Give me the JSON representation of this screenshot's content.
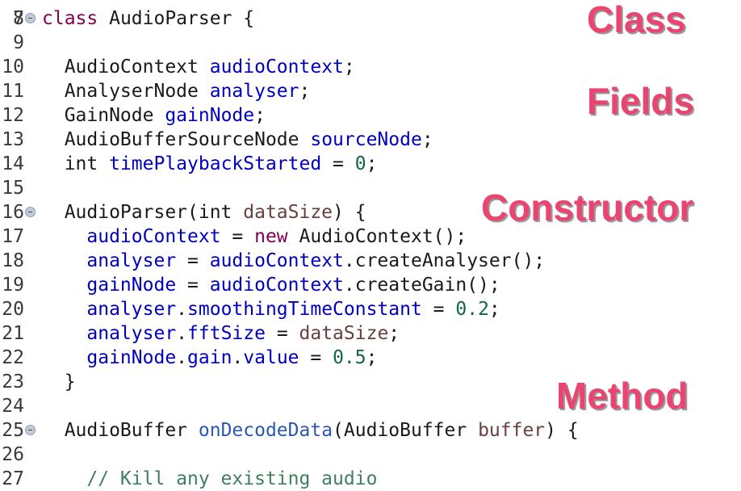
{
  "editor": {
    "top_partial_line_number": "7",
    "lines": [
      {
        "num": "8",
        "fold": true,
        "tokens": [
          {
            "t": "class",
            "c": "kw"
          },
          {
            "t": " AudioParser {",
            "c": ""
          }
        ]
      },
      {
        "num": "9",
        "fold": false,
        "tokens": []
      },
      {
        "num": "10",
        "fold": false,
        "tokens": [
          {
            "t": "  AudioContext ",
            "c": ""
          },
          {
            "t": "audioContext",
            "c": "fld"
          },
          {
            "t": ";",
            "c": ""
          }
        ]
      },
      {
        "num": "11",
        "fold": false,
        "tokens": [
          {
            "t": "  AnalyserNode ",
            "c": ""
          },
          {
            "t": "analyser",
            "c": "fld"
          },
          {
            "t": ";",
            "c": ""
          }
        ]
      },
      {
        "num": "12",
        "fold": false,
        "tokens": [
          {
            "t": "  GainNode ",
            "c": ""
          },
          {
            "t": "gainNode",
            "c": "fld"
          },
          {
            "t": ";",
            "c": ""
          }
        ]
      },
      {
        "num": "13",
        "fold": false,
        "tokens": [
          {
            "t": "  AudioBufferSourceNode ",
            "c": ""
          },
          {
            "t": "sourceNode",
            "c": "fld"
          },
          {
            "t": ";",
            "c": ""
          }
        ]
      },
      {
        "num": "14",
        "fold": false,
        "tokens": [
          {
            "t": "  int ",
            "c": ""
          },
          {
            "t": "timePlaybackStarted",
            "c": "fld"
          },
          {
            "t": " = ",
            "c": ""
          },
          {
            "t": "0",
            "c": "num"
          },
          {
            "t": ";",
            "c": ""
          }
        ]
      },
      {
        "num": "15",
        "fold": false,
        "tokens": []
      },
      {
        "num": "16",
        "fold": true,
        "tokens": [
          {
            "t": "  AudioParser(int ",
            "c": ""
          },
          {
            "t": "dataSize",
            "c": "par"
          },
          {
            "t": ") {",
            "c": ""
          }
        ]
      },
      {
        "num": "17",
        "fold": false,
        "tokens": [
          {
            "t": "    ",
            "c": ""
          },
          {
            "t": "audioContext",
            "c": "fld"
          },
          {
            "t": " = ",
            "c": ""
          },
          {
            "t": "new",
            "c": "kw"
          },
          {
            "t": " AudioContext();",
            "c": ""
          }
        ]
      },
      {
        "num": "18",
        "fold": false,
        "tokens": [
          {
            "t": "    ",
            "c": ""
          },
          {
            "t": "analyser",
            "c": "fld"
          },
          {
            "t": " = ",
            "c": ""
          },
          {
            "t": "audioContext",
            "c": "fld"
          },
          {
            "t": ".createAnalyser();",
            "c": ""
          }
        ]
      },
      {
        "num": "19",
        "fold": false,
        "tokens": [
          {
            "t": "    ",
            "c": ""
          },
          {
            "t": "gainNode",
            "c": "fld"
          },
          {
            "t": " = ",
            "c": ""
          },
          {
            "t": "audioContext",
            "c": "fld"
          },
          {
            "t": ".createGain();",
            "c": ""
          }
        ]
      },
      {
        "num": "20",
        "fold": false,
        "tokens": [
          {
            "t": "    ",
            "c": ""
          },
          {
            "t": "analyser",
            "c": "fld"
          },
          {
            "t": ".",
            "c": ""
          },
          {
            "t": "smoothingTimeConstant",
            "c": "fld"
          },
          {
            "t": " = ",
            "c": ""
          },
          {
            "t": "0.2",
            "c": "num"
          },
          {
            "t": ";",
            "c": ""
          }
        ]
      },
      {
        "num": "21",
        "fold": false,
        "tokens": [
          {
            "t": "    ",
            "c": ""
          },
          {
            "t": "analyser",
            "c": "fld"
          },
          {
            "t": ".",
            "c": ""
          },
          {
            "t": "fftSize",
            "c": "fld"
          },
          {
            "t": " = ",
            "c": ""
          },
          {
            "t": "dataSize",
            "c": "par"
          },
          {
            "t": ";",
            "c": ""
          }
        ]
      },
      {
        "num": "22",
        "fold": false,
        "tokens": [
          {
            "t": "    ",
            "c": ""
          },
          {
            "t": "gainNode",
            "c": "fld"
          },
          {
            "t": ".",
            "c": ""
          },
          {
            "t": "gain",
            "c": "fld"
          },
          {
            "t": ".",
            "c": ""
          },
          {
            "t": "value",
            "c": "fld"
          },
          {
            "t": " = ",
            "c": ""
          },
          {
            "t": "0.5",
            "c": "num"
          },
          {
            "t": ";",
            "c": ""
          }
        ]
      },
      {
        "num": "23",
        "fold": false,
        "tokens": [
          {
            "t": "  }",
            "c": ""
          }
        ]
      },
      {
        "num": "24",
        "fold": false,
        "tokens": []
      },
      {
        "num": "25",
        "fold": true,
        "tokens": [
          {
            "t": "  AudioBuffer ",
            "c": ""
          },
          {
            "t": "onDecodeData",
            "c": "mth"
          },
          {
            "t": "(AudioBuffer ",
            "c": ""
          },
          {
            "t": "buffer",
            "c": "par"
          },
          {
            "t": ") {",
            "c": ""
          }
        ]
      },
      {
        "num": "26",
        "fold": false,
        "tokens": []
      },
      {
        "num": "27",
        "fold": false,
        "tokens": [
          {
            "t": "    // Kill any existing audio",
            "c": "cmt"
          }
        ]
      }
    ]
  },
  "annotations": {
    "class": "Class",
    "fields": "Fields",
    "constructor": "Constructor",
    "method": "Method"
  },
  "colors": {
    "keyword": "#7f0055",
    "field": "#0000c0",
    "parameter": "#6a3e3e",
    "number": "#116644",
    "method": "#2a57b0",
    "comment": "#3f7f5f",
    "annotation": "#ec4470"
  }
}
